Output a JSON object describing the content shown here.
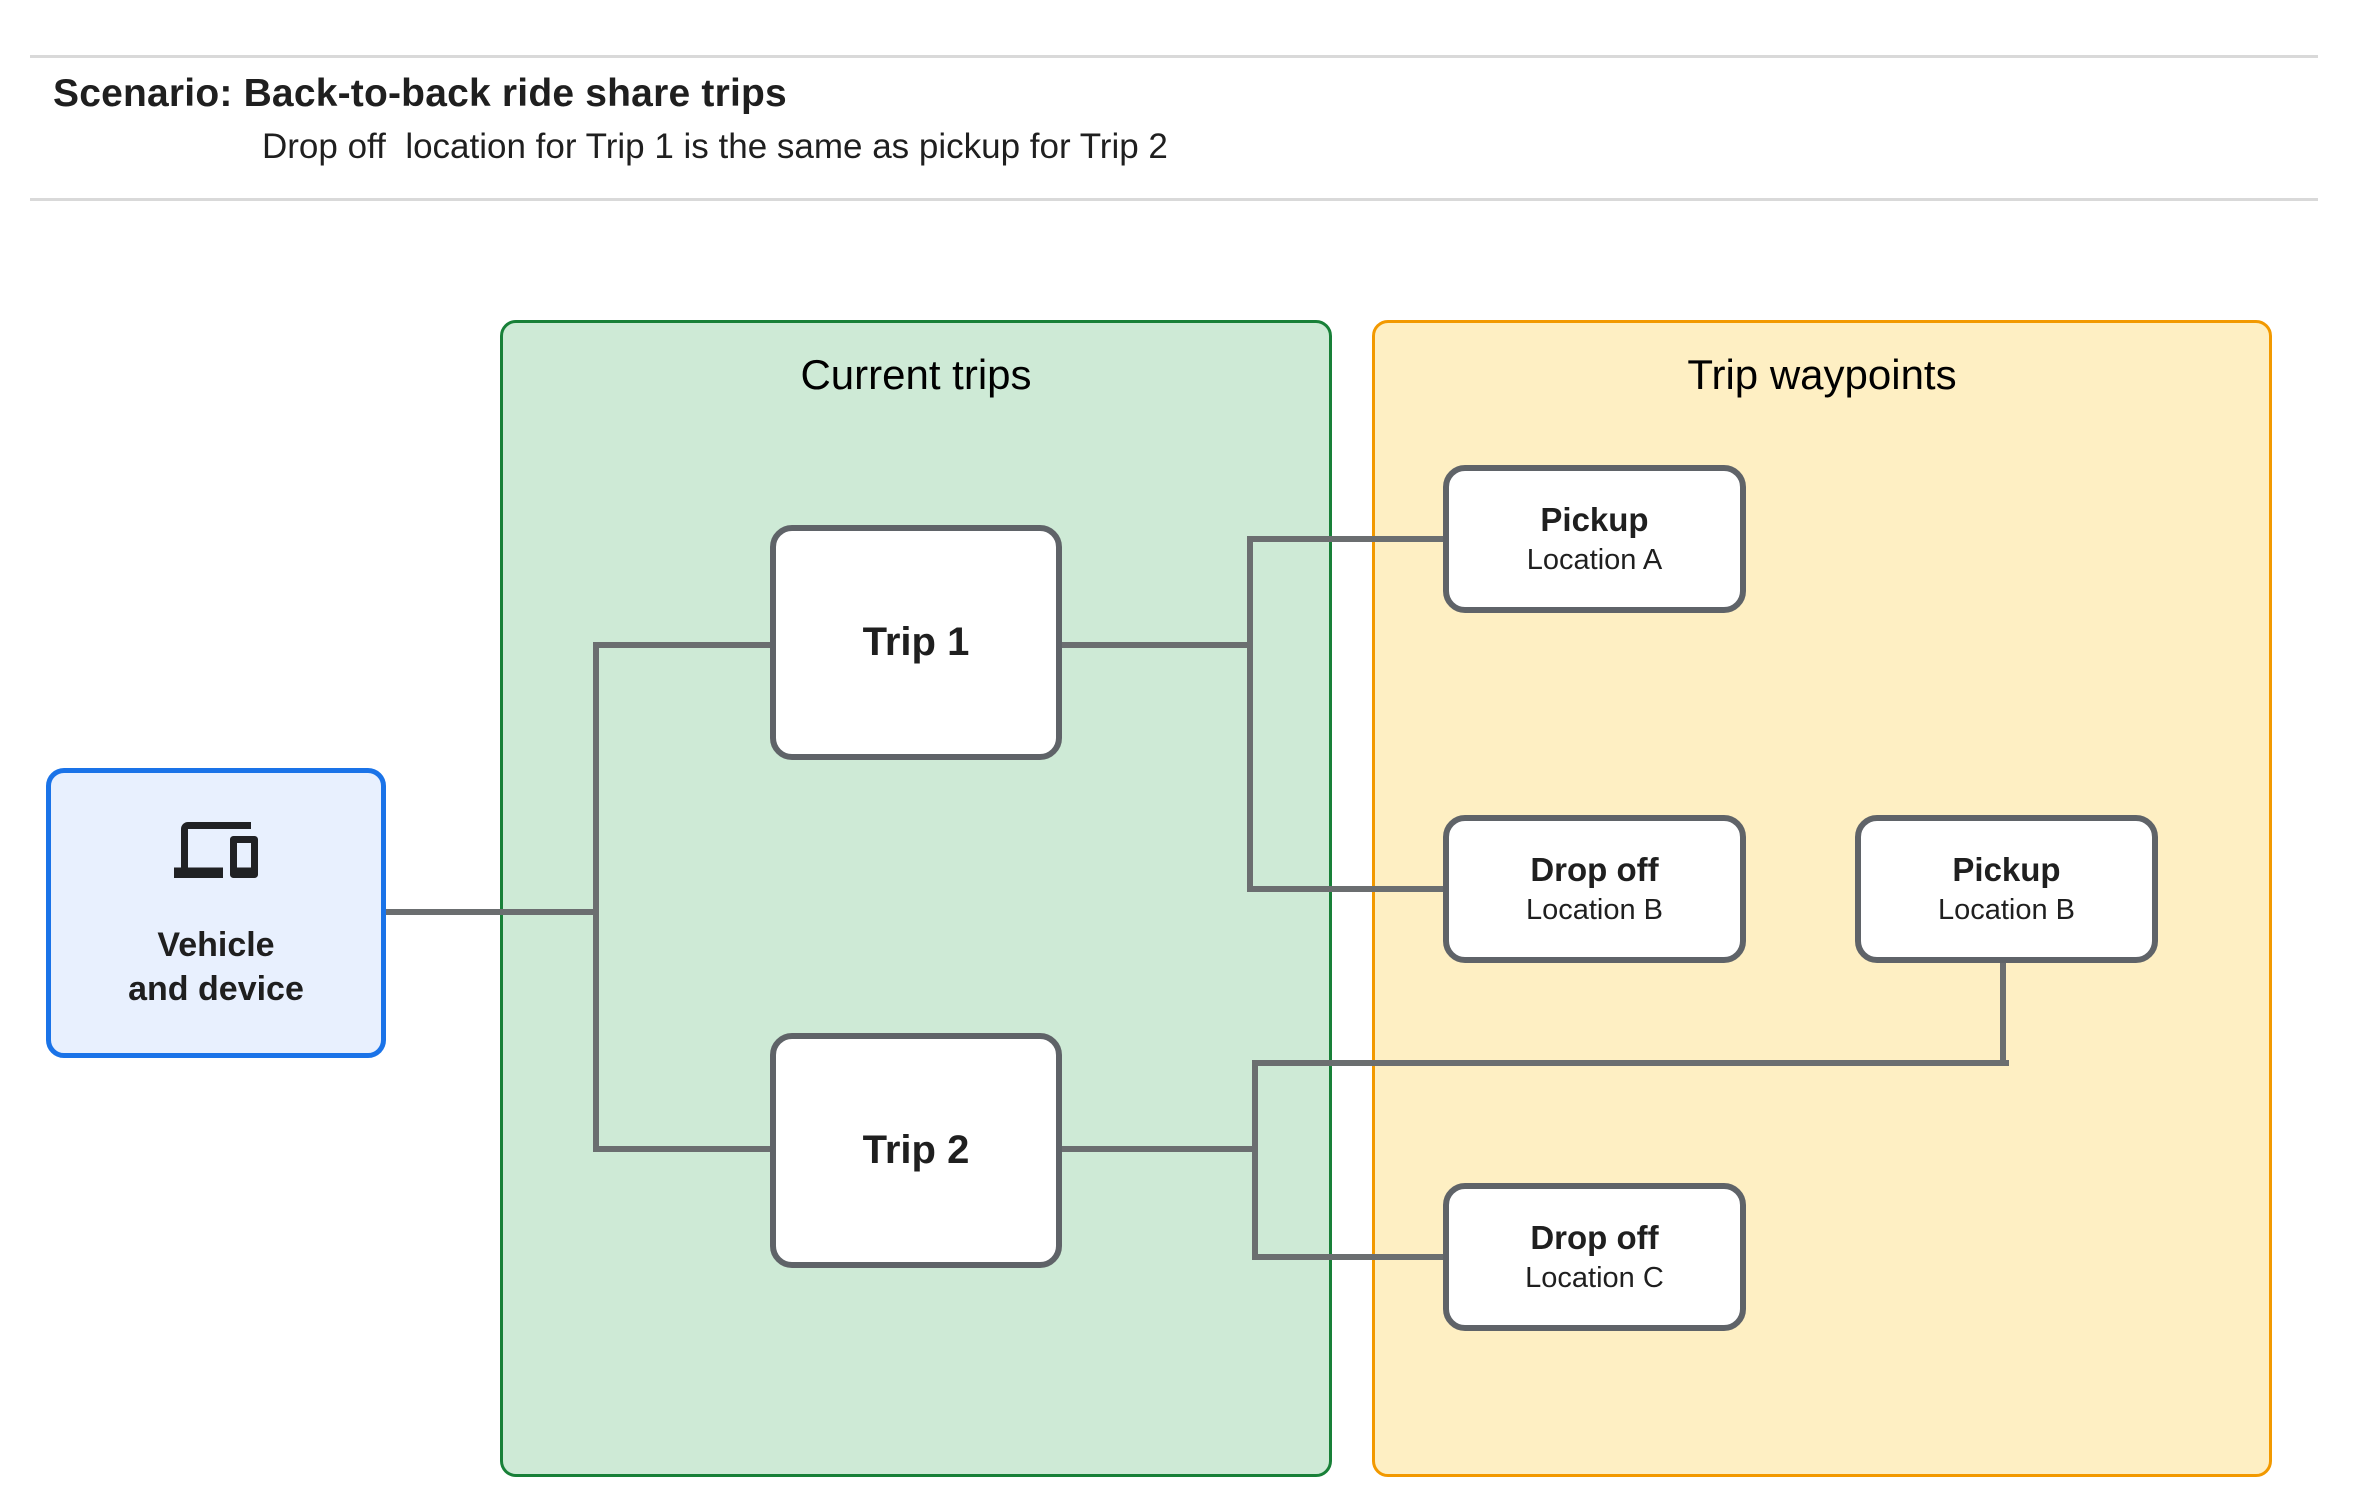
{
  "header": {
    "title": "Scenario: Back-to-back ride share trips",
    "subtitle": "Drop off  location for Trip 1 is the same as pickup for Trip 2"
  },
  "vehicle": {
    "icon": "devices-icon",
    "label": "Vehicle\nand device"
  },
  "groups": {
    "current_trips": {
      "title": "Current trips"
    },
    "trip_waypoints": {
      "title": "Trip waypoints"
    }
  },
  "trips": [
    {
      "label": "Trip 1"
    },
    {
      "label": "Trip 2"
    }
  ],
  "waypoints": [
    {
      "id": "pickup-a",
      "title": "Pickup",
      "subtitle": "Location A"
    },
    {
      "id": "dropoff-b",
      "title": "Drop off",
      "subtitle": "Location B"
    },
    {
      "id": "pickup-b",
      "title": "Pickup",
      "subtitle": "Location B"
    },
    {
      "id": "dropoff-c",
      "title": "Drop off",
      "subtitle": "Location C"
    }
  ],
  "colors": {
    "accent_blue_border": "#1A73E8",
    "accent_blue_fill": "#E8F0FE",
    "green_border": "#188038",
    "green_fill": "#CEEAD6",
    "orange_border": "#F29900",
    "orange_fill": "#FEEFC3",
    "node_border_gray": "#5F6368",
    "connector_gray": "#6B6E70",
    "divider_gray": "#D9D9D9",
    "text_dark": "#1F1F1F"
  }
}
